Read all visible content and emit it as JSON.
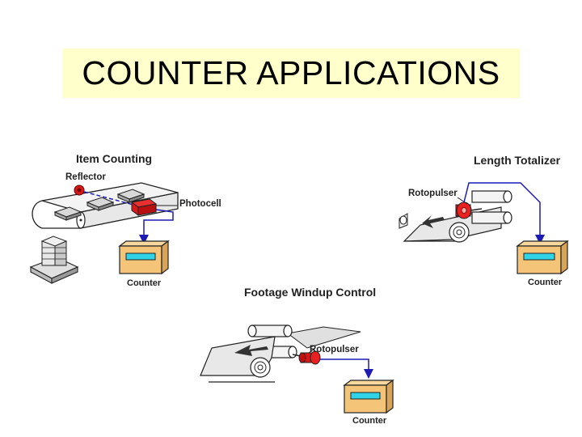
{
  "title": "COUNTER APPLICATIONS",
  "colors": {
    "title_background": "#ffffcc",
    "signal_wire": "#1c1cb4",
    "sensor_red": "#d81818",
    "counter_body": "#f4c478",
    "counter_display": "#30d4e8"
  },
  "item_counting": {
    "title": "Item Counting",
    "reflector_label": "Reflector",
    "photocell_label": "Photocell",
    "counter_label": "Counter"
  },
  "length_totalizer": {
    "title": "Length Totalizer",
    "rotopulser_label": "Rotopulser",
    "counter_label": "Counter"
  },
  "footage_windup": {
    "title": "Footage Windup Control",
    "rotopulser_label": "Rotopulser",
    "counter_label": "Counter"
  }
}
